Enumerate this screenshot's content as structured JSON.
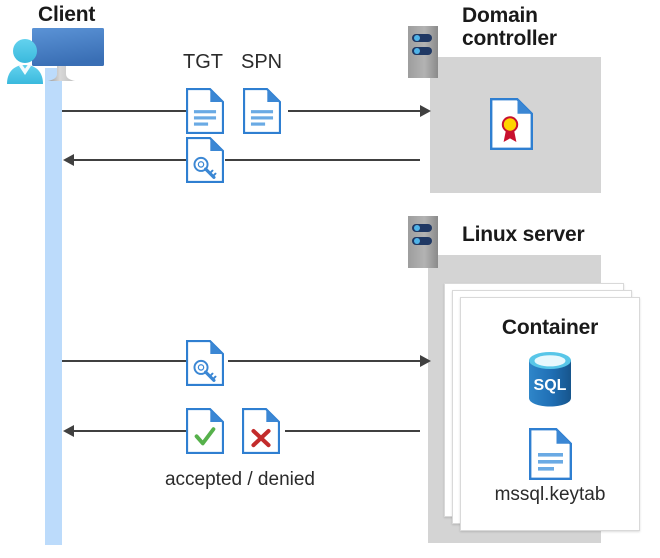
{
  "diagram": {
    "title": "Kerberos authentication flow between client, domain controller and Linux server container",
    "client": {
      "label": "Client",
      "icon": "client-workstation-icon",
      "lifeline_color": "#bcdbfb"
    },
    "domain_controller": {
      "label_line1": "Domain",
      "label_line2": "controller",
      "server_icon": "server-rack-icon",
      "zone_color": "#d4d4d4",
      "contents": [
        {
          "icon": "certificate-document-icon",
          "label": ""
        }
      ]
    },
    "linux_server": {
      "label": "Linux server",
      "server_icon": "server-rack-icon",
      "zone_color": "#d4d4d4",
      "container": {
        "label": "Container",
        "stack_count": 3,
        "items": [
          {
            "icon": "sql-database-icon",
            "label": "SQL"
          },
          {
            "icon": "keytab-document-icon",
            "label": "mssql.keytab"
          }
        ]
      }
    },
    "messages": [
      {
        "id": "msg-1",
        "direction": "right",
        "from": "client",
        "to": "domain-controller",
        "artifacts": [
          {
            "label": "TGT",
            "icon": "document-lines-icon"
          },
          {
            "label": "SPN",
            "icon": "document-lines-icon"
          }
        ],
        "caption": ""
      },
      {
        "id": "msg-2",
        "direction": "left",
        "from": "domain-controller",
        "to": "client",
        "artifacts": [
          {
            "label": "",
            "icon": "service-ticket-key-document-icon"
          }
        ],
        "caption": ""
      },
      {
        "id": "msg-3",
        "direction": "right",
        "from": "client",
        "to": "linux-server",
        "artifacts": [
          {
            "label": "",
            "icon": "service-ticket-key-document-icon"
          }
        ],
        "caption": ""
      },
      {
        "id": "msg-4",
        "direction": "left",
        "from": "linux-server",
        "to": "client",
        "artifacts": [
          {
            "label": "",
            "icon": "document-check-accepted-icon"
          },
          {
            "label": "",
            "icon": "document-cross-denied-icon"
          }
        ],
        "caption": "accepted / denied"
      }
    ],
    "colors": {
      "accent_blue": "#3b87d4",
      "doc_blue": "#2f7fd1",
      "zone_gray": "#d4d4d4",
      "line_dark": "#404040",
      "lifeline_blue": "#bcdbfb",
      "accept_green": "#56b14b",
      "deny_red": "#c32b2b",
      "sql_blue": "#1a6bb0",
      "seal_yellow": "#ffd400",
      "seal_red": "#c8102e"
    }
  }
}
